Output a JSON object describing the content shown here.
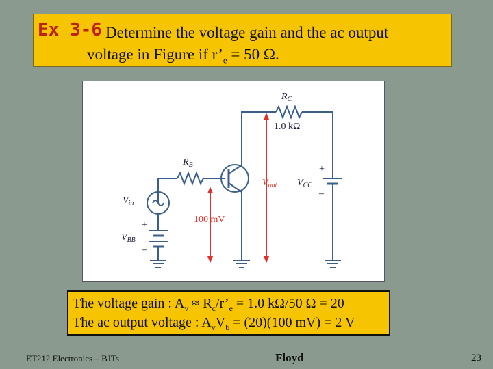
{
  "header": {
    "example_label": "Ex 3-6",
    "line1": "Determine the voltage gain and the ac output",
    "line2_prefix": "voltage in Figure if r’",
    "line2_sub": "e",
    "line2_suffix": " = 50 Ω."
  },
  "circuit": {
    "rc_label": "R",
    "rc_sub": "C",
    "rc_value": "1.0 kΩ",
    "rb_label": "R",
    "rb_sub": "B",
    "vin_label": "V",
    "vin_sub": "in",
    "vin_value": "100 mV",
    "vout_label": "V",
    "vout_sub": "out",
    "vcc_label": "V",
    "vcc_sub": "CC",
    "vbb_label": "V",
    "vbb_sub": "BB",
    "plus": "+",
    "minus": "–"
  },
  "results": {
    "gain_a": "The voltage gain : A",
    "gain_b": "v",
    "gain_c": " ≈ R",
    "gain_d": "c",
    "gain_e": "/r’",
    "gain_f": "e",
    "gain_g": " = 1.0 kΩ/50 Ω = 20",
    "out_a": "The ac output voltage : A",
    "out_b": "v",
    "out_c": "V",
    "out_d": "b",
    "out_e": " = (20)(100 mV) = 2 V"
  },
  "footer": {
    "course": "ET212 Electronics – BJTs",
    "author": "Floyd",
    "page": "23"
  },
  "colors": {
    "title_bg": "#f6c400",
    "example_red": "#c0201a",
    "wire": "#3a5f8a",
    "arrow": "#e0302a",
    "label": "#1a1a3a"
  }
}
